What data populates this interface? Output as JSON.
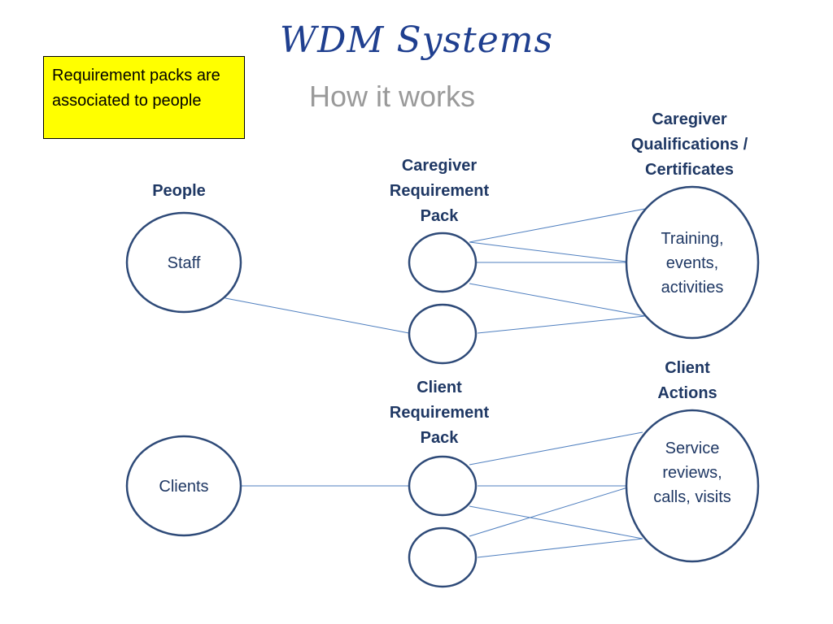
{
  "slide": {
    "title": "WDM Systems",
    "subtitle": "How it works",
    "note": "Requirement packs are associated to people"
  },
  "headers": {
    "people": "People",
    "caregiver_pack": "Caregiver Requirement Pack",
    "caregiver_quals": "Caregiver Qualifications / Certificates",
    "client_pack": "Client Requirement Pack",
    "client_actions": "Client Actions"
  },
  "nodes": {
    "staff": "Staff",
    "clients": "Clients",
    "training": "Training, events, activities",
    "service": "Service reviews, calls, visits"
  },
  "colors": {
    "stroke": "#2e4a78",
    "connector": "#4f7fbf",
    "title": "#1f3f8f",
    "header": "#1f3864",
    "note_fill": "#ffff00"
  }
}
